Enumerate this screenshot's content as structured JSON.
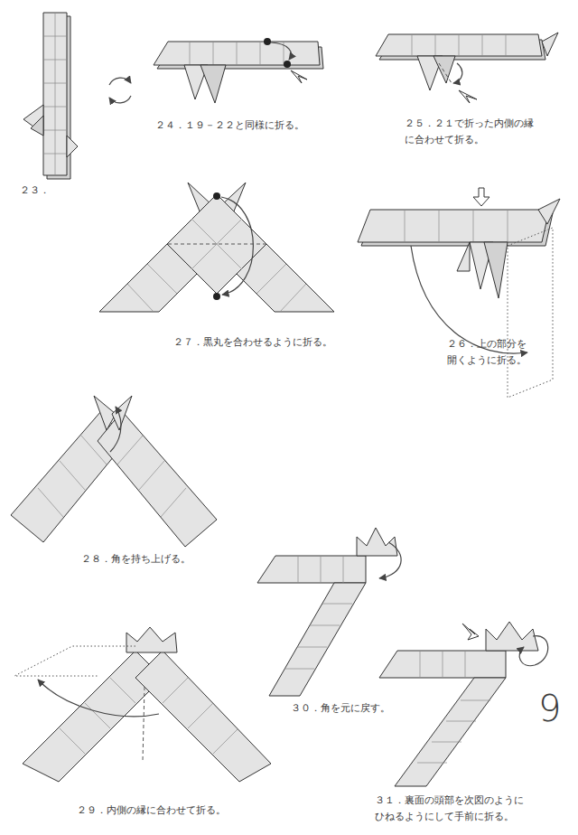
{
  "diagram": {
    "labels": [
      "２３．",
      "２４．１９－２２と同様に折る。",
      "２５．２１で折った内側の縁に合わせて折る。",
      "２７．黒丸を合わせるように折る。",
      "２６．上の部分を開くように折る。",
      "２８．角を持ち上げる。",
      "３０．角を元に戻す。",
      "２９．内側の縁に合わせて折る。",
      "３１．裏面の頭部を次図のようにひねるようにして手前に折る。",
      "9"
    ]
  }
}
